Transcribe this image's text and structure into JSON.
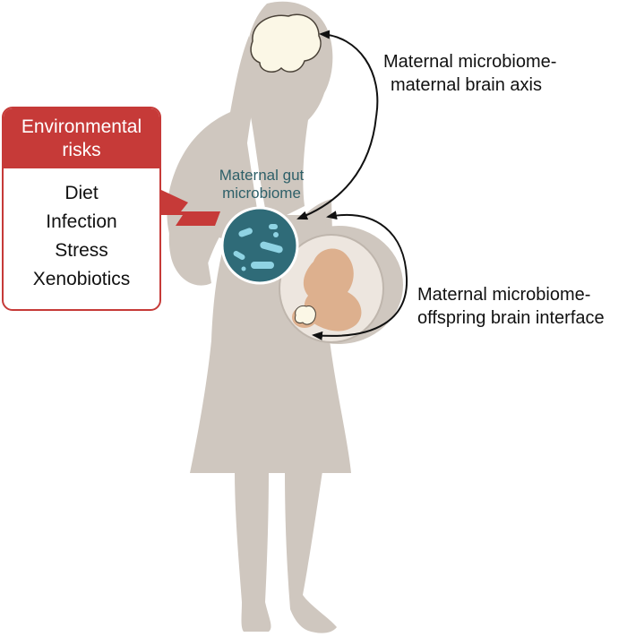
{
  "environmental_risks": {
    "title_line1": "Environmental",
    "title_line2": "risks",
    "items": [
      "Diet",
      "Infection",
      "Stress",
      "Xenobiotics"
    ]
  },
  "gut": {
    "line1": "Maternal gut",
    "line2": "microbiome"
  },
  "brain_axis": {
    "line1": "Maternal microbiome-",
    "line2": "maternal brain axis"
  },
  "offspring_interface": {
    "line1": "Maternal microbiome-",
    "line2": "offspring brain interface"
  },
  "colors": {
    "silhouette": "#cfc7bf",
    "risk_red": "#c63a38",
    "gut_teal": "#2f6b78",
    "bacteria": "#8fd3e3",
    "fetus": "#ddb08e",
    "brain": "#fbf7e6"
  }
}
